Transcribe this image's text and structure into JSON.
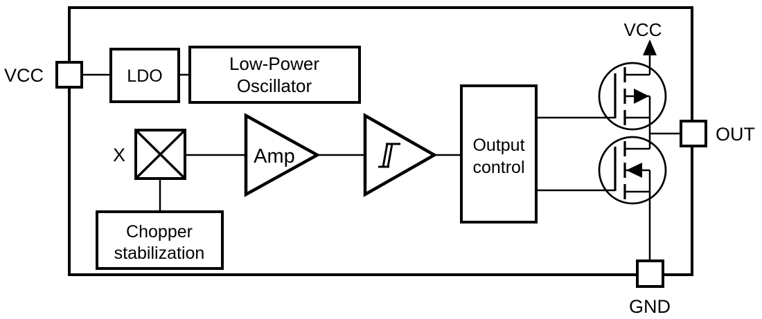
{
  "colors": {
    "line": "#000000",
    "background": "#ffffff"
  },
  "pins": {
    "vcc": "VCC",
    "out": "OUT",
    "gnd": "GND"
  },
  "labels": {
    "vcc_rail": "VCC",
    "mixer_input": "X"
  },
  "blocks": {
    "ldo": "LDO",
    "oscillator": {
      "line1": "Low-Power",
      "line2": "Oscillator"
    },
    "amp": "Amp",
    "output_control": {
      "line1": "Output",
      "line2": "control"
    },
    "chopper": {
      "line1": "Chopper",
      "line2": "stabilization"
    }
  }
}
